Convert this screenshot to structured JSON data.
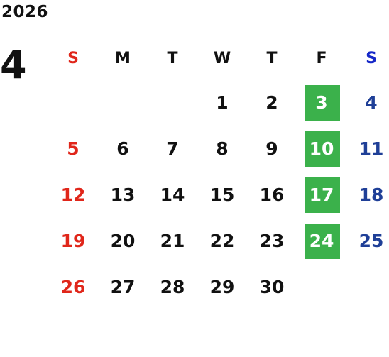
{
  "year": "2026",
  "month": "4",
  "weekdays": [
    "S",
    "M",
    "T",
    "W",
    "T",
    "F",
    "S"
  ],
  "weeks": [
    [
      "",
      "",
      "",
      "1",
      "2",
      "3",
      "4"
    ],
    [
      "5",
      "6",
      "7",
      "8",
      "9",
      "10",
      "11"
    ],
    [
      "12",
      "13",
      "14",
      "15",
      "16",
      "17",
      "18"
    ],
    [
      "19",
      "20",
      "21",
      "22",
      "23",
      "24",
      "25"
    ],
    [
      "26",
      "27",
      "28",
      "29",
      "30",
      "",
      ""
    ]
  ],
  "colors": {
    "text": "#111111",
    "sunday": "#e0261a",
    "saturday": "#1f3f97",
    "saturday_header": "#1628c8",
    "friday_highlight": "#3bb14b",
    "highlight_text": "#ffffff"
  }
}
